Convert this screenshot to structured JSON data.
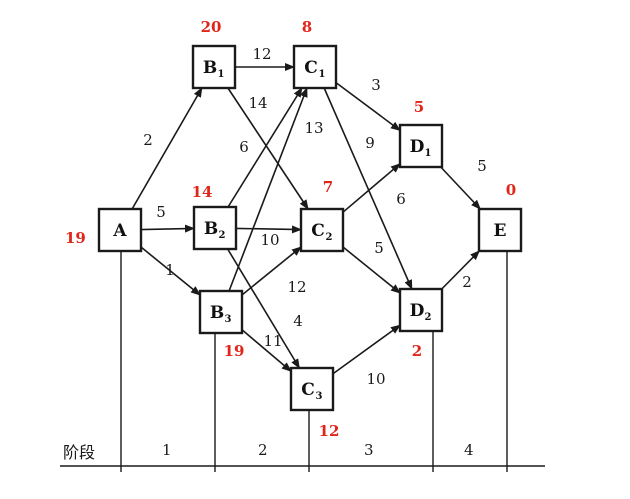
{
  "diagram": {
    "stage_label": "阶段",
    "stages": [
      "1",
      "2",
      "3",
      "4"
    ],
    "value_color": "#e0261b",
    "nodes": [
      {
        "id": "A",
        "letter": "A",
        "sub": "",
        "value": "19"
      },
      {
        "id": "B1",
        "letter": "B",
        "sub": "1",
        "value": "20"
      },
      {
        "id": "B2",
        "letter": "B",
        "sub": "2",
        "value": "14"
      },
      {
        "id": "B3",
        "letter": "B",
        "sub": "3",
        "value": "19"
      },
      {
        "id": "C1",
        "letter": "C",
        "sub": "1",
        "value": "8"
      },
      {
        "id": "C2",
        "letter": "C",
        "sub": "2",
        "value": "7"
      },
      {
        "id": "C3",
        "letter": "C",
        "sub": "3",
        "value": "12"
      },
      {
        "id": "D1",
        "letter": "D",
        "sub": "1",
        "value": "5"
      },
      {
        "id": "D2",
        "letter": "D",
        "sub": "2",
        "value": "2"
      },
      {
        "id": "E",
        "letter": "E",
        "sub": "",
        "value": "0"
      }
    ],
    "edges": [
      {
        "from": "A",
        "to": "B1",
        "weight": "2"
      },
      {
        "from": "A",
        "to": "B2",
        "weight": "5"
      },
      {
        "from": "A",
        "to": "B3",
        "weight": "1"
      },
      {
        "from": "B1",
        "to": "C1",
        "weight": "12"
      },
      {
        "from": "B1",
        "to": "C2",
        "weight": "14"
      },
      {
        "from": "B2",
        "to": "C1",
        "weight": "6"
      },
      {
        "from": "B2",
        "to": "C2",
        "weight": "10"
      },
      {
        "from": "B2",
        "to": "C3",
        "weight": "4"
      },
      {
        "from": "B3",
        "to": "C1",
        "weight": "13"
      },
      {
        "from": "B3",
        "to": "C2",
        "weight": "12"
      },
      {
        "from": "B3",
        "to": "C3",
        "weight": "11"
      },
      {
        "from": "C1",
        "to": "D1",
        "weight": "3"
      },
      {
        "from": "C1",
        "to": "D2",
        "weight": "9"
      },
      {
        "from": "C2",
        "to": "D1",
        "weight": "6"
      },
      {
        "from": "C2",
        "to": "D2",
        "weight": "5"
      },
      {
        "from": "C3",
        "to": "D2",
        "weight": "10"
      },
      {
        "from": "D1",
        "to": "E",
        "weight": "5"
      },
      {
        "from": "D2",
        "to": "E",
        "weight": "2"
      }
    ]
  }
}
